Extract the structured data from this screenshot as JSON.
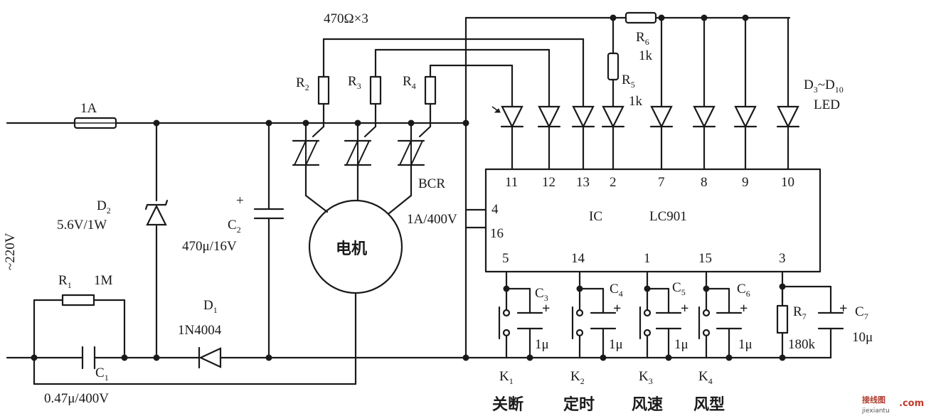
{
  "labels": {
    "r234_value": "470Ω×3",
    "r6_name": "R",
    "r6_sub": "6",
    "r6_value": "1k",
    "r5_name": "R",
    "r5_sub": "5",
    "r5_value": "1k",
    "r2_name": "R",
    "r2_sub": "2",
    "r3_name": "R",
    "r3_sub": "3",
    "r4_name": "R",
    "r4_sub": "4",
    "fuse_value": "1A",
    "led_range": "D",
    "led_range_sub1": "3",
    "led_range_mid": "~D",
    "led_range_sub2": "10",
    "led_type": "LED",
    "bcr": "BCR",
    "bcr_rating": "1A/400V",
    "motor": "电机",
    "d2_name": "D",
    "d2_sub": "2",
    "d2_value": "5.6V/1W",
    "c2_name": "C",
    "c2_sub": "2",
    "c2_value": "470μ/16V",
    "mains": "~220V",
    "r1_name": "R",
    "r1_sub": "1",
    "r1_value": "1M",
    "d1_name": "D",
    "d1_sub": "1",
    "d1_value": "1N4004",
    "c1_name": "C",
    "c1_sub": "1",
    "c1_value": "0.47μ/400V",
    "ic_name": "IC",
    "ic_part": "LC901",
    "ic_top_pins": [
      "11",
      "12",
      "13",
      "2",
      "7",
      "8",
      "9",
      "10"
    ],
    "ic_left_pins": [
      "4",
      "16"
    ],
    "ic_bottom_pins": [
      "5",
      "14",
      "1",
      "15",
      "3"
    ],
    "c3_name": "C",
    "c3_sub": "3",
    "c3_value": "1μ",
    "c4_name": "C",
    "c4_sub": "4",
    "c4_value": "1μ",
    "c5_name": "C",
    "c5_sub": "5",
    "c5_value": "1μ",
    "c6_name": "C",
    "c6_sub": "6",
    "c6_value": "1μ",
    "r7_name": "R",
    "r7_sub": "7",
    "r7_value": "180k",
    "c7_name": "C",
    "c7_sub": "7",
    "c7_value": "10μ",
    "keys": [
      {
        "name": "K",
        "sub": "1",
        "function": "关断"
      },
      {
        "name": "K",
        "sub": "2",
        "function": "定时"
      },
      {
        "name": "K",
        "sub": "3",
        "function": "风速"
      },
      {
        "name": "K",
        "sub": "4",
        "function": "风型"
      }
    ],
    "plus": "+",
    "watermark_cn": "接线图",
    "watermark_en": "jiexiantu",
    "watermark_com": ".com"
  }
}
